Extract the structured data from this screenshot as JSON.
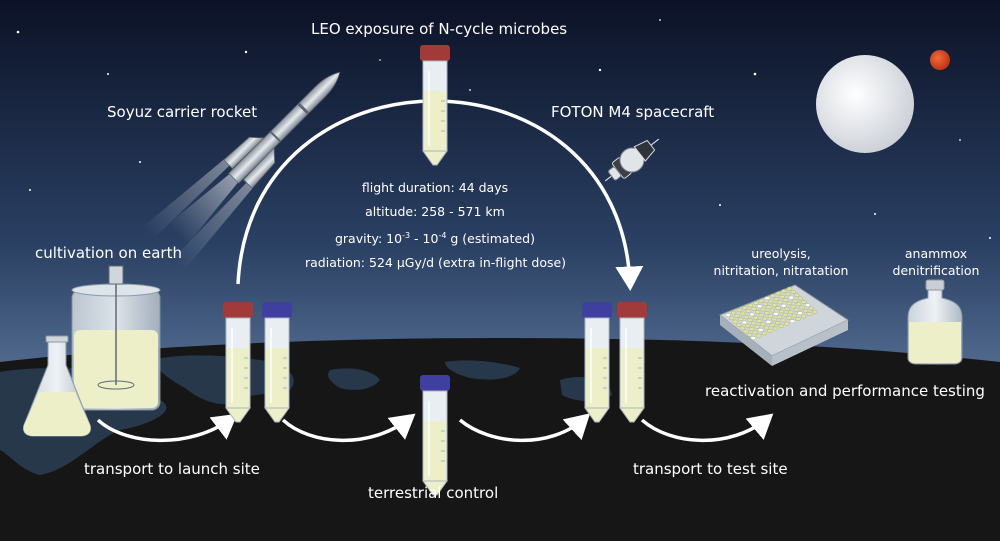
{
  "labels": {
    "title": "LEO exposure of N-cycle microbes",
    "rocket": "Soyuz carrier rocket",
    "spacecraft": "FOTON M4 spacecraft",
    "cultivation": "cultivation on earth",
    "transport_launch": "transport to launch site",
    "terrestrial": "terrestrial control",
    "transport_test": "transport to test site",
    "reactivation": "reactivation and performance testing",
    "ureolysis": "ureolysis,",
    "nitritation": "nitritation, nitratation",
    "anammox": "anammox",
    "denitrification": "denitrification"
  },
  "flight": {
    "duration": "flight duration: 44 days",
    "altitude": "altitude: 258 - 571 km",
    "gravity_prefix": "gravity: 10",
    "gravity_exp1": "-3",
    "gravity_mid": " - 10",
    "gravity_exp2": "-4",
    "gravity_suffix": " g (estimated)",
    "radiation": "radiation: 524 µGy/d (extra in-flight dose)"
  },
  "colors": {
    "sky_top": "#0c1226",
    "sky_bottom": "#7e9ec4",
    "earth": "#1a1a1a",
    "liquid": "#ecefc8",
    "cap_red": "#a23a3a",
    "cap_blue": "#3f3fa0",
    "planet_red": "#d8401c"
  }
}
